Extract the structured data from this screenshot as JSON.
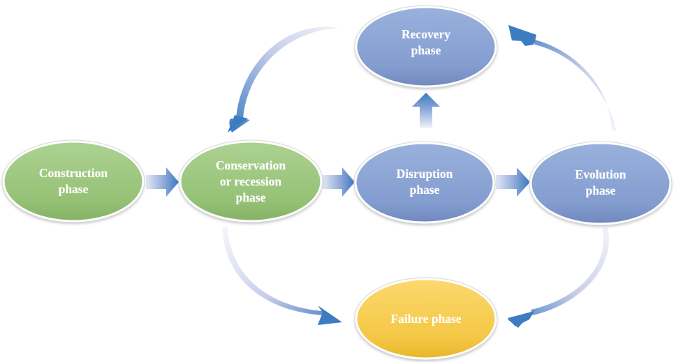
{
  "diagram": {
    "nodes": [
      {
        "id": "construction",
        "label": "Construction\nphase",
        "color": "green"
      },
      {
        "id": "conservation",
        "label": "Conservation\nor recession\nphase",
        "color": "green"
      },
      {
        "id": "disruption",
        "label": "Disruption\nphase",
        "color": "blue"
      },
      {
        "id": "evolution",
        "label": "Evolution\nphase",
        "color": "blue"
      },
      {
        "id": "recovery",
        "label": "Recovery\nphase",
        "color": "blue"
      },
      {
        "id": "failure",
        "label": "Failure phase",
        "color": "yellow"
      }
    ],
    "edges": [
      {
        "from": "construction",
        "to": "conservation",
        "style": "straight-arrow"
      },
      {
        "from": "conservation",
        "to": "disruption",
        "style": "straight-arrow"
      },
      {
        "from": "disruption",
        "to": "evolution",
        "style": "straight-arrow"
      },
      {
        "from": "disruption",
        "to": "recovery",
        "style": "straight-arrow"
      },
      {
        "from": "recovery",
        "to": "conservation",
        "style": "curved-arrow"
      },
      {
        "from": "evolution",
        "to": "recovery",
        "style": "curved-arrow"
      },
      {
        "from": "conservation",
        "to": "failure",
        "style": "curved-arrow"
      },
      {
        "from": "evolution",
        "to": "failure",
        "style": "curved-arrow"
      }
    ],
    "colors": {
      "green_fill_top": "#a9cf8e",
      "green_fill_bottom": "#8fbc6e",
      "blue_fill_top": "#94acd9",
      "blue_fill_bottom": "#7b96cc",
      "yellow_fill_top": "#fbd56a",
      "yellow_fill_bottom": "#f2c23a",
      "arrow_blue": "#3d7cc1",
      "arrow_fade": "#e6e8f5",
      "outline": "#ffffff"
    }
  }
}
